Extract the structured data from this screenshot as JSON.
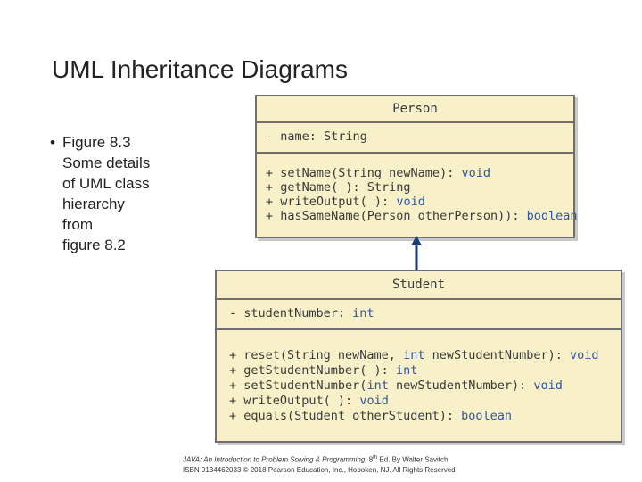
{
  "slide": {
    "title": "UML Inheritance Diagrams",
    "bullet_lines": [
      "Figure 8.3",
      "Some details",
      "of UML class",
      "hierarchy",
      "from",
      "figure 8.2"
    ]
  },
  "person": {
    "name": "Person",
    "attribute": {
      "text": "- name: String"
    },
    "methods": [
      {
        "sig": "+ setName(String newName): ",
        "ret": "void"
      },
      {
        "sig": "+ getName( ): String",
        "ret": ""
      },
      {
        "sig": "+ writeOutput( ): ",
        "ret": "void"
      },
      {
        "sig": "+ hasSameName(Person otherPerson)): ",
        "ret": "boolean"
      }
    ]
  },
  "student": {
    "name": "Student",
    "attribute": {
      "text": "- studentNumber: ",
      "type": "int"
    },
    "methods": [
      {
        "pre": "+ reset(String newName, ",
        "kw": "int",
        "post": " newStudentNumber): ",
        "ret": "void"
      },
      {
        "pre": "+ getStudentNumber( ): ",
        "kw": "int",
        "post": "",
        "ret": ""
      },
      {
        "pre": "+ setStudentNumber(",
        "kw": "int",
        "post": " newStudentNumber): ",
        "ret": "void"
      },
      {
        "pre": "+ writeOutput( ): ",
        "kw": "void",
        "post": "",
        "ret": ""
      },
      {
        "pre": "+ equals(Student otherStudent): ",
        "kw": "boolean",
        "post": "",
        "ret": ""
      }
    ]
  },
  "footer": {
    "book": "JAVA: An Introduction to Problem Solving & Programming,",
    "edition_num": "8",
    "edition_sup": "th",
    "edition_rest": " Ed. By Walter Savitch",
    "isbn": "ISBN 0134462033 © 2018 Pearson Education, Inc., Hoboken, NJ. All Rights Reserved"
  },
  "colors": {
    "class_fill": "#f7f0c8",
    "keyword": "#2f55a4",
    "arrow": "#1a3a7a"
  }
}
